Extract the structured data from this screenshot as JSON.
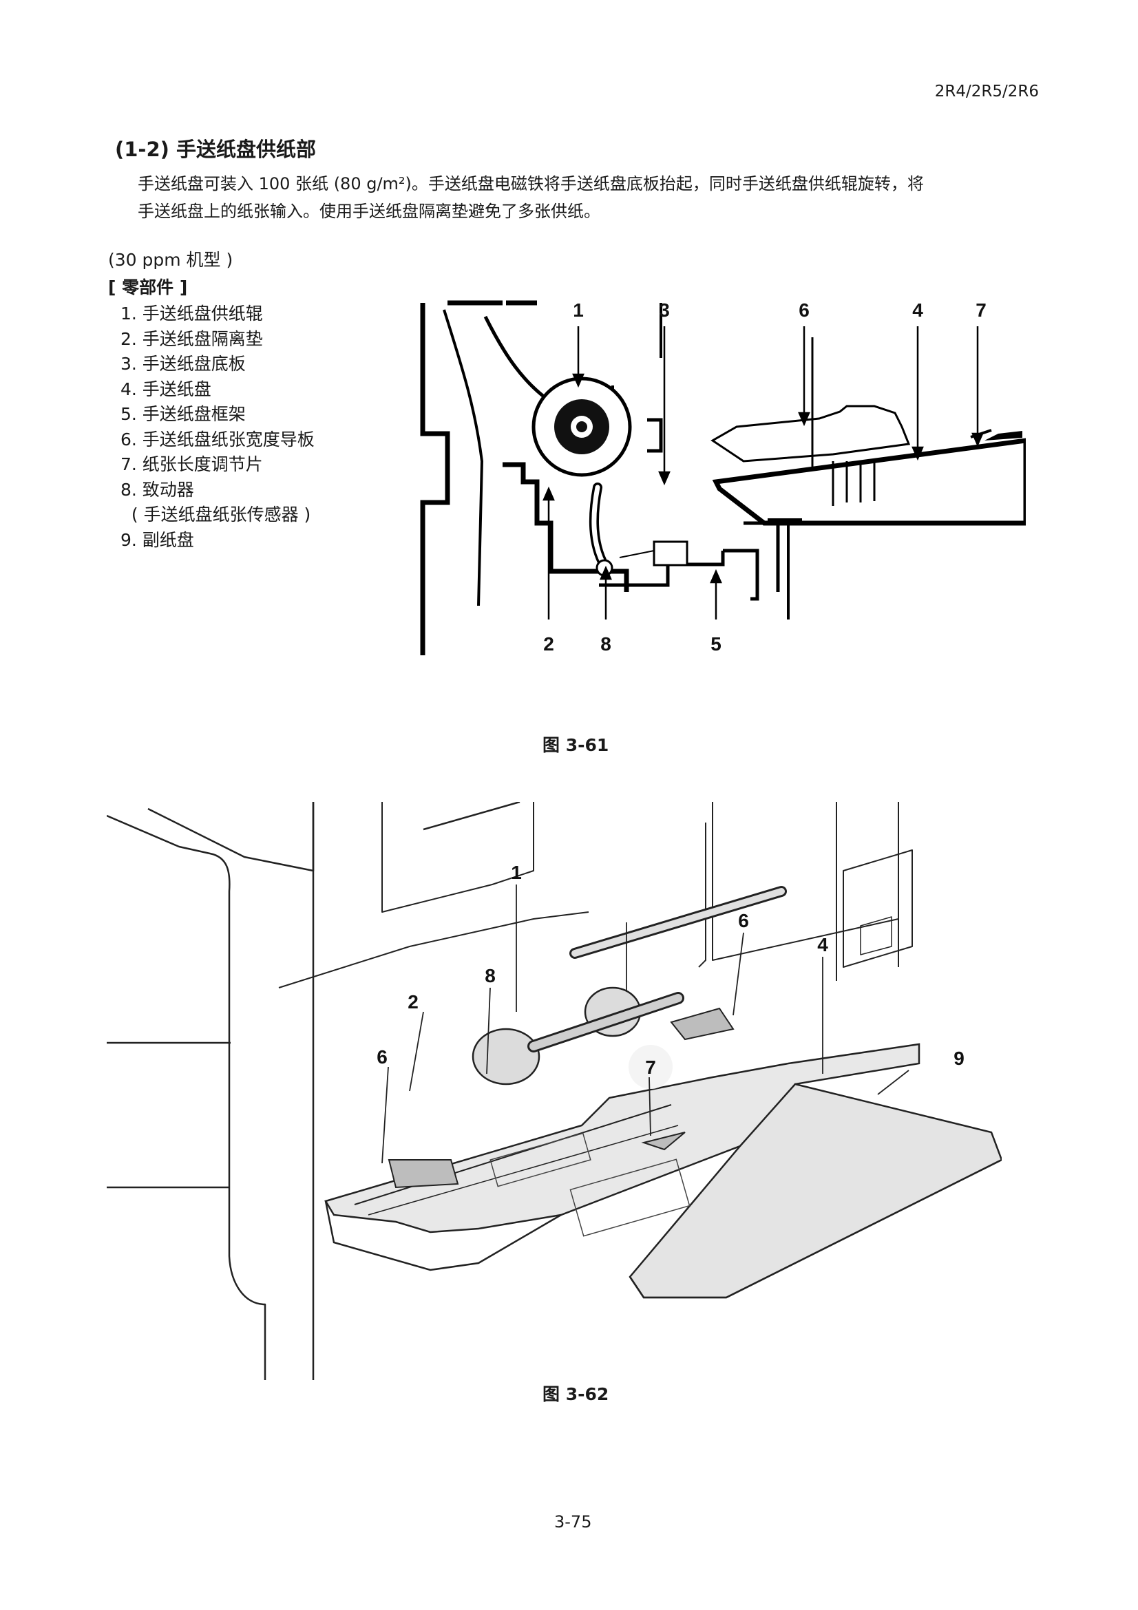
{
  "header": {
    "model_code": "2R4/2R5/2R6"
  },
  "section": {
    "title": "(1-2) 手送纸盘供纸部",
    "body_line_1": "手送纸盘可装入 100 张纸 (80 g/m²)。手送纸盘电磁铁将手送纸盘底板抬起，同时手送纸盘供纸辊旋转，将",
    "body_line_2": "手送纸盘上的纸张输入。使用手送纸盘隔离垫避免了多张供纸。"
  },
  "model_note": "(30 ppm 机型 )",
  "parts_heading": "[ 零部件 ]",
  "parts": [
    "1. 手送纸盘供纸辊",
    "2. 手送纸盘隔离垫",
    "3. 手送纸盘底板",
    "4. 手送纸盘",
    "5. 手送纸盘框架",
    "6. 手送纸盘纸张宽度导板",
    "7. 纸张长度调节片",
    "8. 致动器",
    "  ( 手送纸盘纸张传感器 )",
    "9. 副纸盘"
  ],
  "figure_1": {
    "caption": "图 3-61",
    "callouts_top": [
      "1",
      "3",
      "6",
      "4",
      "7"
    ],
    "callouts_bottom": [
      "2",
      "8",
      "5"
    ]
  },
  "figure_2": {
    "caption": "图 3-62",
    "callouts": [
      "1",
      "6",
      "8",
      "4",
      "2",
      "9",
      "6",
      "7"
    ]
  },
  "page_number": "3-75"
}
